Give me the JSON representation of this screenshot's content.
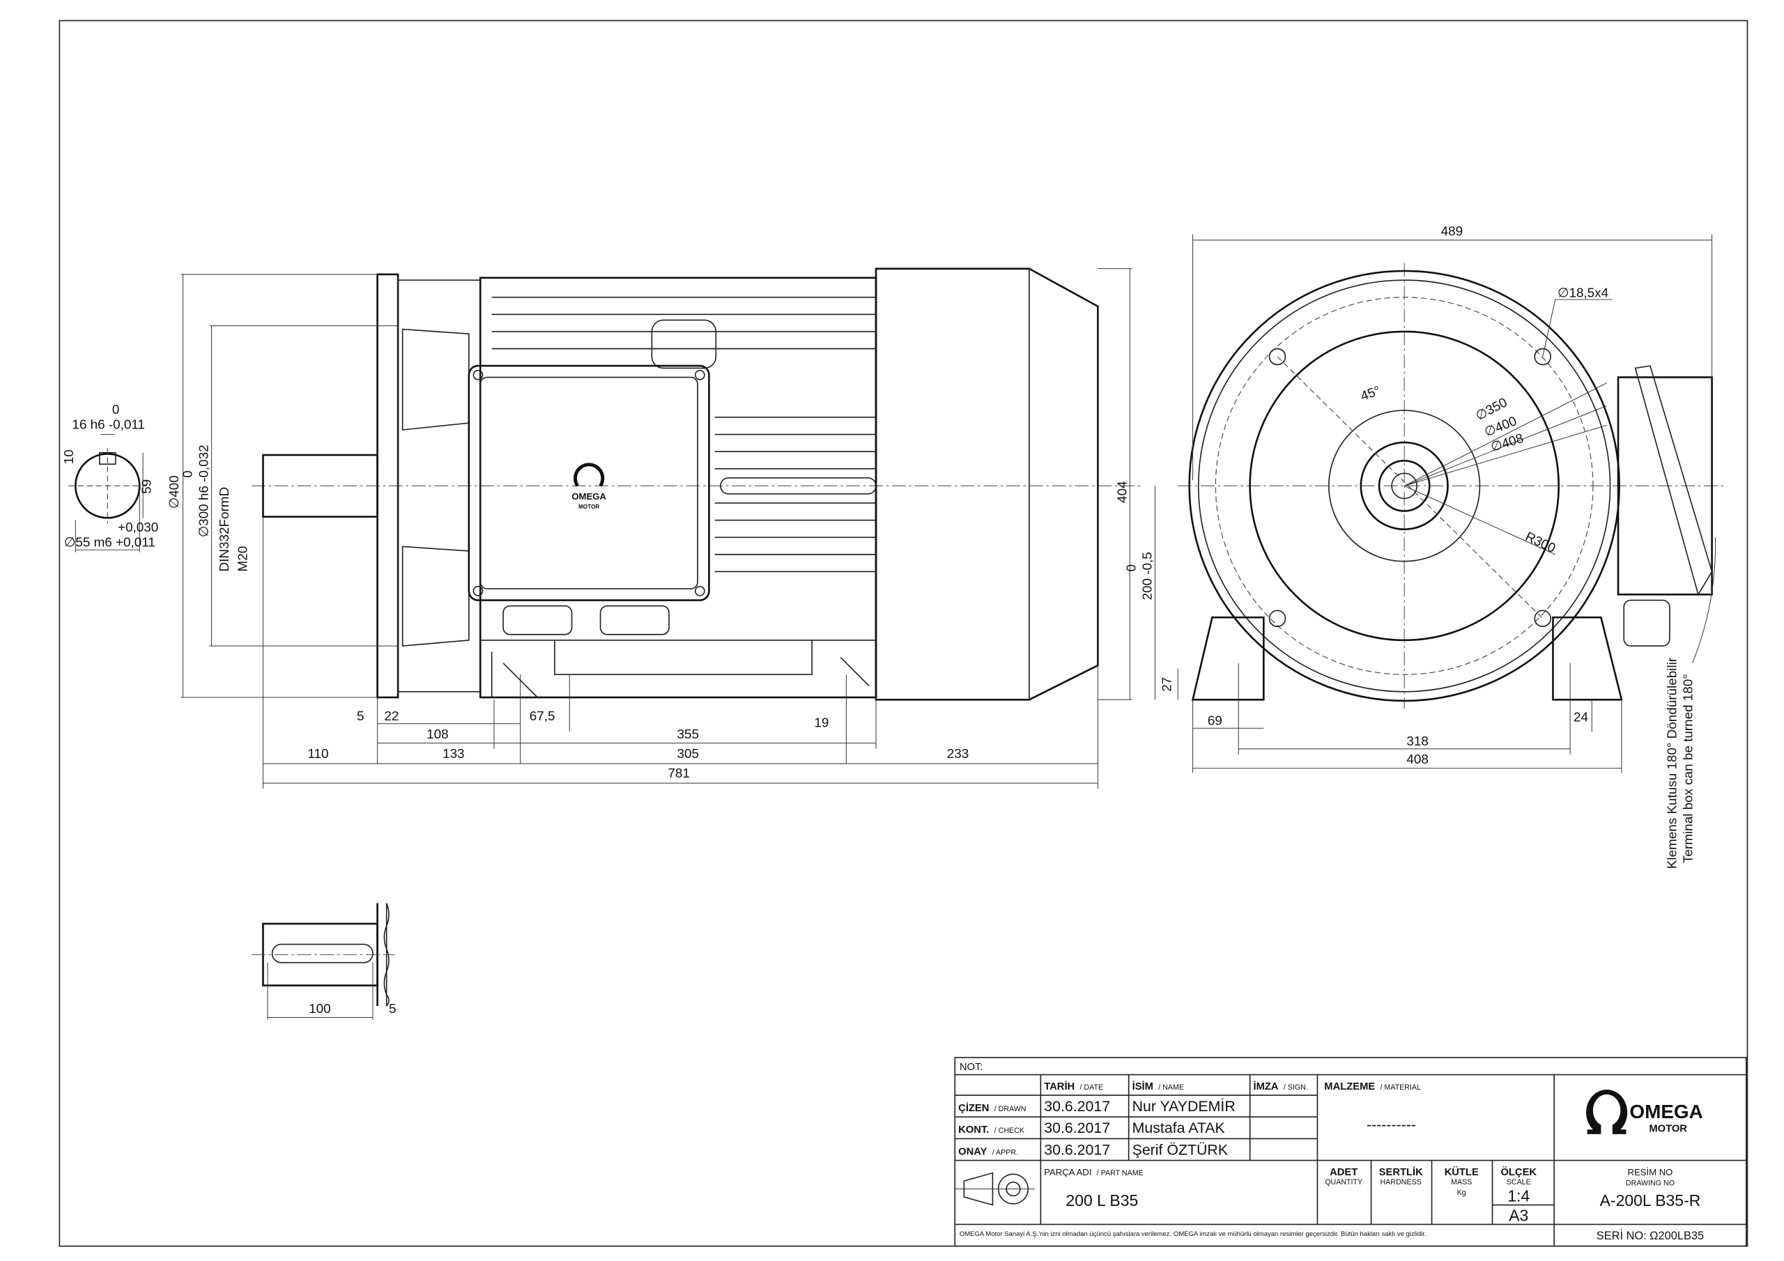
{
  "key_section": {
    "key_width_tol_upper": "0",
    "key_width": "16 h6 -0,011",
    "key_height": "10",
    "key_depth": "59",
    "shaft_tol_upper": "+0,030",
    "shaft_dia": "∅55 m6 +0,011"
  },
  "side_view": {
    "flange_dia": "∅400",
    "spigot_tol_upper": "0",
    "spigot_dia": "∅300 h6 -0,032",
    "center_hole": "DIN332FormD",
    "thread": "M20",
    "height_total": "404",
    "shaft_height_tol_upper": "0",
    "shaft_height": "200 -0,5",
    "foot_height": "27",
    "dims": [
      "5",
      "22",
      "108",
      "67,5",
      "355",
      "19",
      "110",
      "133",
      "305",
      "233",
      "781"
    ]
  },
  "end_view": {
    "width": "489",
    "holes": "∅18,5x4",
    "angle": "45°",
    "d350": "∅350",
    "d400": "∅400",
    "d408": "∅408",
    "radius": "R300",
    "foot_width": "69",
    "foot_offset": "24",
    "foot_spacing": "318",
    "base_width": "408",
    "note_tr": "Klemens Kutusu 180° Döndürülebilir",
    "note_en": "Terminal box can be turned 180°"
  },
  "shaft_detail": {
    "key_length": "100",
    "offset": "5"
  },
  "logo": {
    "name": "OMEGA",
    "sub": "MOTOR"
  },
  "title_block": {
    "note_label": "NOT:",
    "headers": {
      "date": "TARİH",
      "date_en": "/ DATE",
      "name": "İSİM",
      "name_en": "/ NAME",
      "sign": "İMZA",
      "sign_en": "/ SIGN.",
      "material": "MALZEME",
      "material_en": "/ MATERIAL"
    },
    "rows": [
      {
        "role": "ÇİZEN",
        "role_en": "/ DRAWN",
        "date": "30.6.2017",
        "name": "Nur YAYDEMİR"
      },
      {
        "role": "KONT.",
        "role_en": "/ CHECK",
        "date": "30.6.2017",
        "name": "Mustafa ATAK"
      },
      {
        "role": "ONAY",
        "role_en": "/ APPR.",
        "date": "30.6.2017",
        "name": "Şerif ÖZTÜRK"
      }
    ],
    "material_value": "----------",
    "part_name_label": "PARÇA ADI",
    "part_name_label_en": "/ PART NAME",
    "part_name": "200 L B35",
    "quantity": "ADET",
    "quantity_en": "QUANTITY",
    "hardness": "SERTLİK",
    "hardness_en": "HARDNESS",
    "mass": "KÜTLE",
    "mass_en": "MASS",
    "mass_unit": "Kg",
    "scale_label": "ÖLÇEK",
    "scale_label_en": "SCALE",
    "scale": "1:4",
    "paper": "A3",
    "drawing_no_label": "RESİM NO",
    "drawing_no_label_en": "DRAWING NO",
    "drawing_no": "A-200L B35-R",
    "disclaimer": "OMEGA Motor Sanayi A.Ş.'nin izni olmadan üçüncü şahıslara verilemez. OMEGA imzalı ve mühürlü olmayan resimler geçersizdir. Bütün hakları saklı ve gizlidir.",
    "serial": "SERİ NO: Ω200LB35"
  }
}
